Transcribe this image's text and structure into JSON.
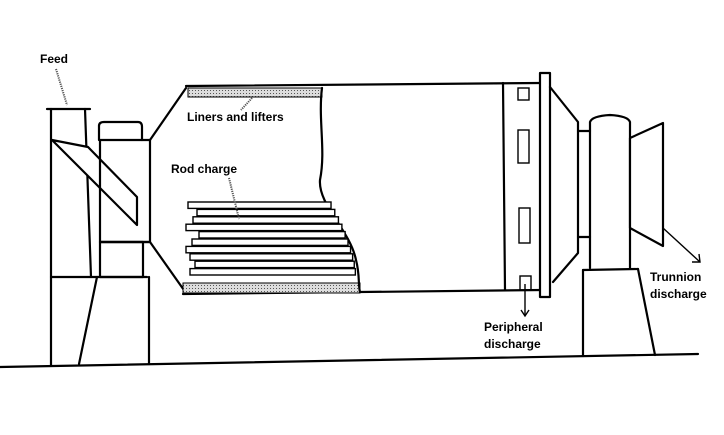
{
  "diagram": {
    "title": "Rod mill cross-section",
    "labels": {
      "feed": "Feed",
      "liners": "Liners and lifters",
      "rod_charge": "Rod charge",
      "peripheral_line1": "Peripheral",
      "peripheral_line2": "discharge",
      "trunnion_line1": "Trunnion",
      "trunnion_line2": "discharge"
    },
    "rod_count": 10,
    "colors": {
      "line": "#000000",
      "liner_fill": "#b8b8b8",
      "background": "#ffffff"
    }
  }
}
